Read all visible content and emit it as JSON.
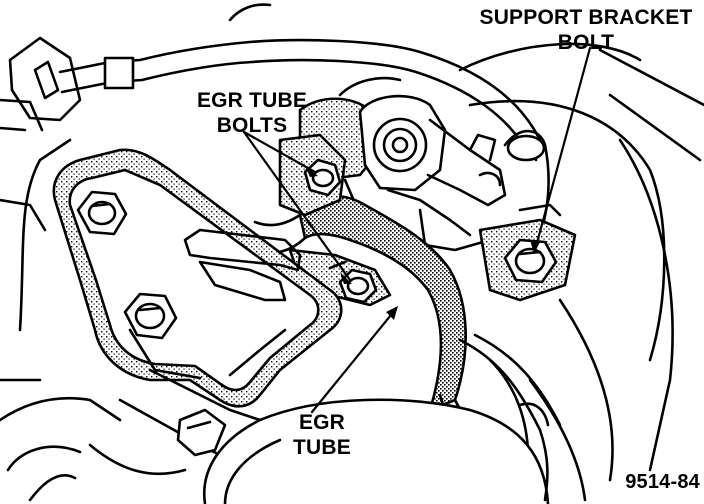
{
  "labels": {
    "egr_tube_bolts": {
      "line1": "EGR TUBE",
      "line2": "BOLTS"
    },
    "support_bracket_bolt": {
      "line1": "SUPPORT BRACKET",
      "line2": "BOLT"
    },
    "egr_tube": {
      "line1": "EGR",
      "line2": "TUBE"
    },
    "figure_id": "9514-84"
  },
  "colors": {
    "ink": "#000000",
    "paper": "#ffffff",
    "shade": "#9a9a9a"
  }
}
